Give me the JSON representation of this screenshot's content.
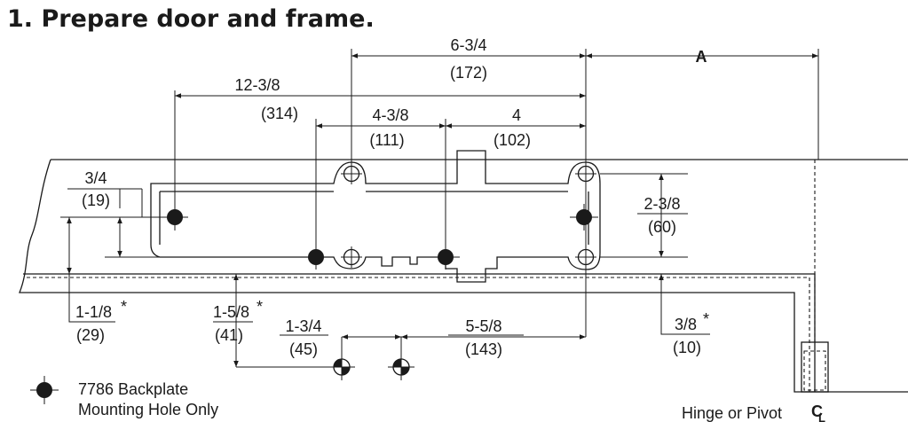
{
  "title": "1. Prepare door and frame.",
  "dimensions": {
    "d_6_3_4": {
      "frac": "6-3/4",
      "mm": "(172)"
    },
    "d_A": {
      "label": "A"
    },
    "d_12_3_8": {
      "frac": "12-3/8",
      "mm": "(314)"
    },
    "d_4_3_8": {
      "frac": "4-3/8",
      "mm": "(111)"
    },
    "d_4": {
      "frac": "4",
      "mm": "(102)"
    },
    "d_3_4": {
      "frac": "3/4",
      "mm": "(19)"
    },
    "d_2_3_8": {
      "frac": "2-3/8",
      "mm": "(60)"
    },
    "d_1_1_8": {
      "frac": "1-1/8",
      "mm": "(29)",
      "star": "*"
    },
    "d_1_5_8": {
      "frac": "1-5/8",
      "mm": "(41)",
      "star": "*"
    },
    "d_1_3_4": {
      "frac": "1-3/4",
      "mm": "(45)"
    },
    "d_5_5_8": {
      "frac": "5-5/8",
      "mm": "(143)"
    },
    "d_3_8": {
      "frac": "3/8",
      "mm": "(10)",
      "star": "*"
    }
  },
  "legend": {
    "line1": "7786 Backplate",
    "line2": "Mounting Hole Only",
    "symbol": "filled-crosshair-hole"
  },
  "hinge_label": "Hinge or Pivot",
  "centerline_symbol": "C",
  "centerline_sub": "L"
}
